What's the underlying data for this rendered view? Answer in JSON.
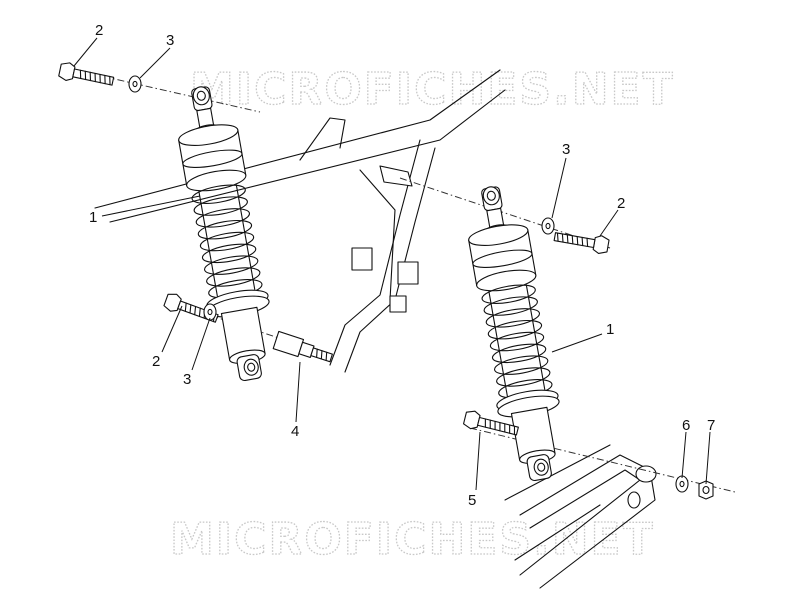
{
  "watermark": {
    "text": "MICROFICHES.NET"
  },
  "callouts": [
    {
      "id": "c-left-2",
      "label": "2"
    },
    {
      "id": "c-left-3",
      "label": "3"
    },
    {
      "id": "c-left-1",
      "label": "1"
    },
    {
      "id": "c-left-2b",
      "label": "2"
    },
    {
      "id": "c-left-3b",
      "label": "3"
    },
    {
      "id": "c-left-4",
      "label": "4"
    },
    {
      "id": "c-right-3",
      "label": "3"
    },
    {
      "id": "c-right-2",
      "label": "2"
    },
    {
      "id": "c-right-1",
      "label": "1"
    },
    {
      "id": "c-right-5",
      "label": "5"
    },
    {
      "id": "c-right-6",
      "label": "6"
    },
    {
      "id": "c-right-7",
      "label": "7"
    }
  ]
}
